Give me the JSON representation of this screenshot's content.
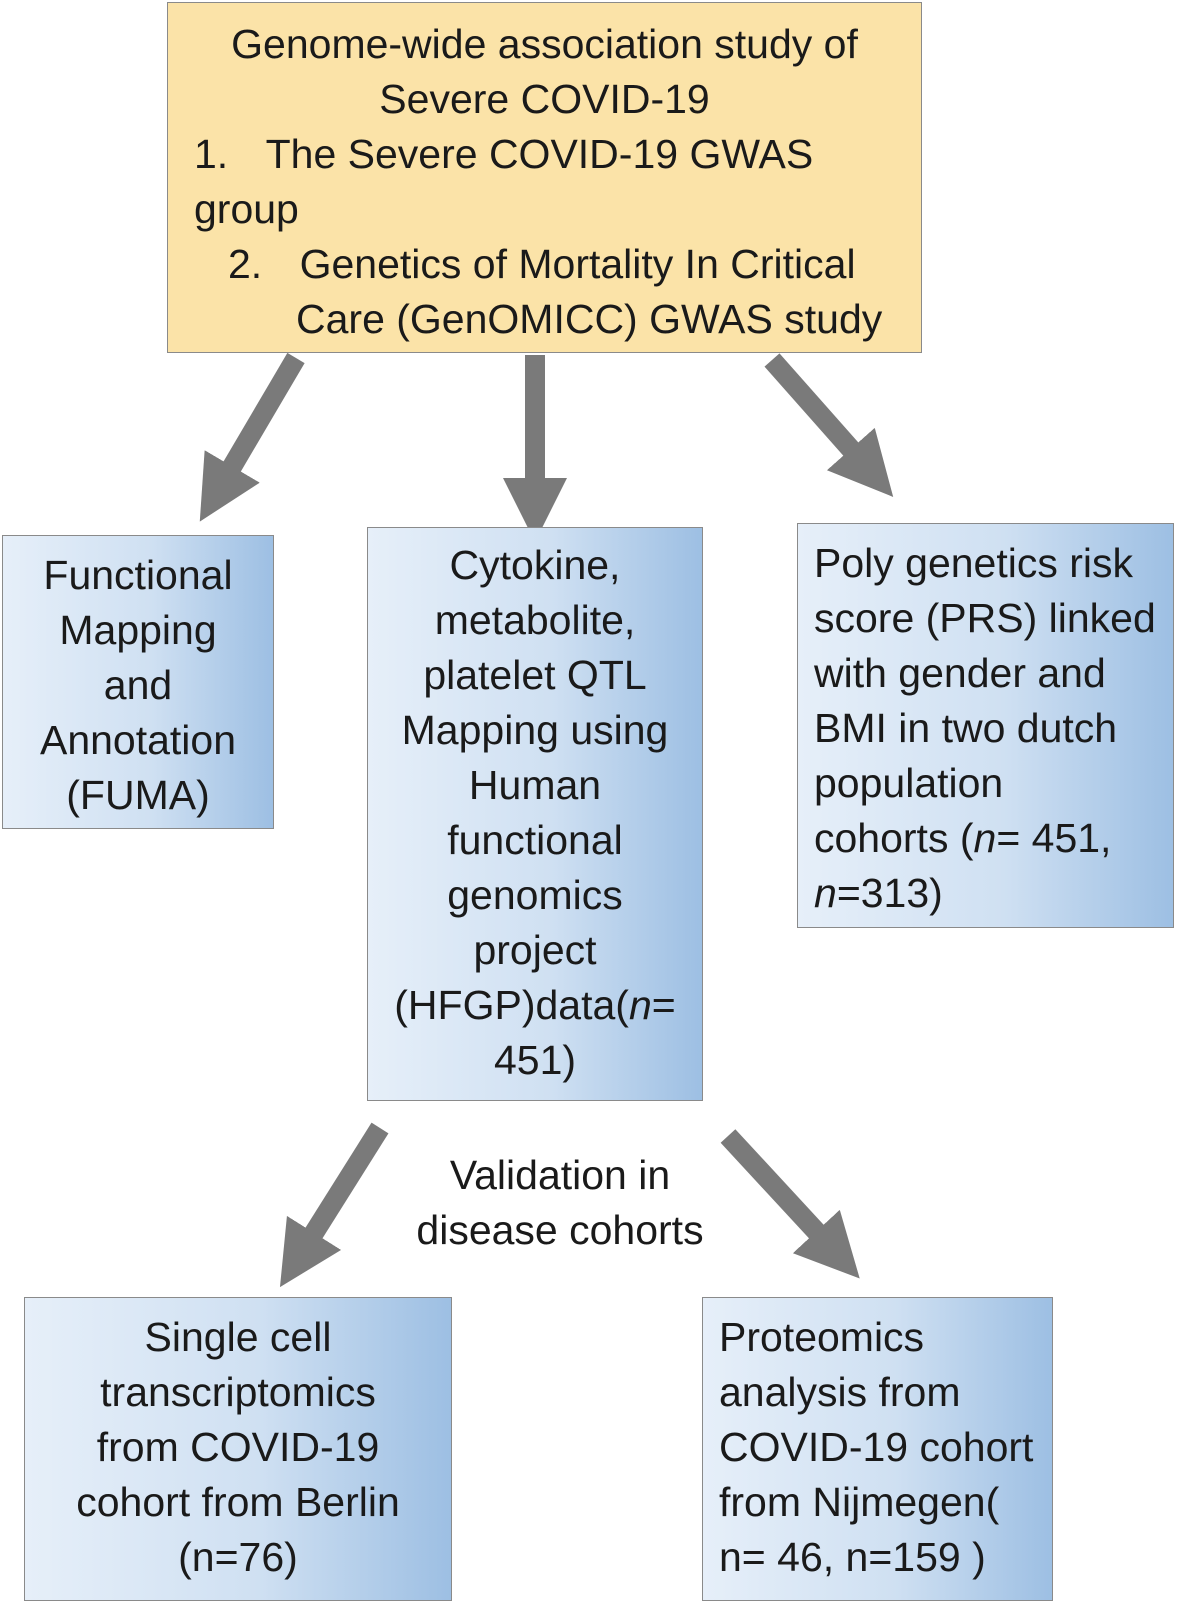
{
  "top": {
    "title_lines": [
      "Genome-wide association study of",
      "Severe COVID-19"
    ],
    "items": [
      {
        "num": "1.",
        "lines": [
          "The Severe COVID-19 GWAS group"
        ]
      },
      {
        "num": "2.",
        "lines": [
          "Genetics of Mortality In Critical",
          "Care (GenOMICC) GWAS study"
        ]
      }
    ]
  },
  "fuma": {
    "lines": [
      "Functional",
      "Mapping",
      "and",
      "Annotation",
      "(FUMA)"
    ]
  },
  "qtl": {
    "lines": [
      "Cytokine,",
      "metabolite,",
      "platelet QTL",
      "Mapping using",
      "Human",
      "functional",
      "genomics",
      "project"
    ],
    "line9_prefix": "(HFGP)data(",
    "line9_italic": "n",
    "line9_suffix": "=",
    "line10": "451)"
  },
  "prs": {
    "lines": [
      "Poly genetics risk",
      "score (PRS) linked",
      "with gender and",
      "BMI in two dutch",
      "population"
    ],
    "line6_prefix": "cohorts (",
    "line6_italic": "n",
    "line6_suffix": "= 451,",
    "line7_italic": "n",
    "line7_suffix": "=313)"
  },
  "validation": {
    "lines": [
      "Validation in",
      "disease cohorts"
    ]
  },
  "single_cell": {
    "lines": [
      "Single cell",
      "transcriptomics",
      "from COVID-19",
      "cohort from Berlin",
      "(n=76)"
    ]
  },
  "proteomics": {
    "lines": [
      "Proteomics",
      "analysis from",
      "COVID-19 cohort",
      "from Nijmegen(",
      "n= 46, n=159 )"
    ]
  },
  "colors": {
    "top_fill": "#fbe3a8",
    "box_fill_light": "#e6eff9",
    "box_fill_dark": "#9dbfe3",
    "arrow": "#7a7a7a"
  }
}
